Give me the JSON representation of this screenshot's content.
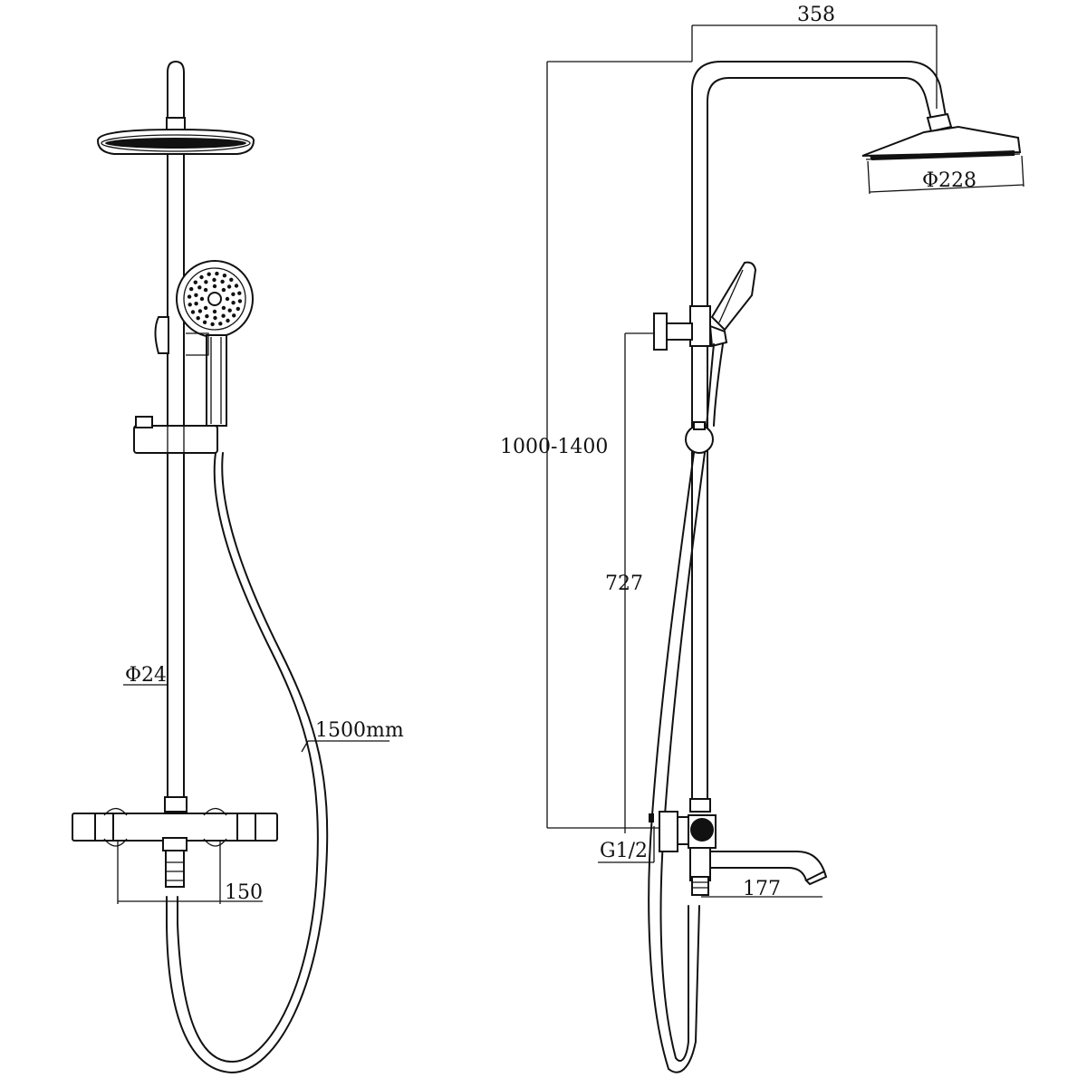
{
  "front_view": {
    "pipe_diameter": "Φ24",
    "hose_length": "1500mm",
    "handle_spacing": "150"
  },
  "side_view": {
    "head_reach": "358",
    "head_diameter": "Φ228",
    "height_range": "1000-1400",
    "wall_height": "727",
    "inlet_thread": "G1/2",
    "spout_length": "177"
  }
}
